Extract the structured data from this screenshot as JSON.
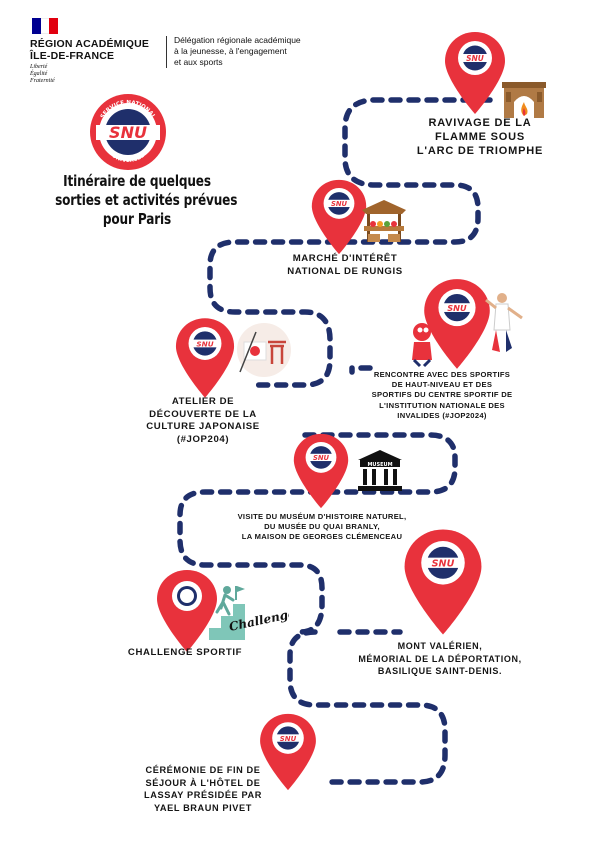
{
  "header": {
    "region_line1": "RÉGION ACADÉMIQUE",
    "region_line2": "ÎLE-DE-FRANCE",
    "motto": [
      "Liberté",
      "Égalité",
      "Fraternité"
    ],
    "delegation": [
      "Délégation régionale académique",
      "à la jeunesse, à l'engagement",
      "et aux sports"
    ]
  },
  "snu_logo": {
    "text": "SNU",
    "top_arc": "SERVICE NATIONAL",
    "bottom_arc": "UNIVERSEL"
  },
  "title": [
    "Itinéraire de quelques",
    "sorties et activités prévues",
    "pour Paris"
  ],
  "pin_text": "SNU",
  "stops": [
    {
      "lines": [
        "RAVIVAGE DE LA",
        "FLAMME SOUS",
        "L'ARC DE TRIOMPHE"
      ]
    },
    {
      "lines": [
        "MARCHÉ D'INTÉRÊT",
        "NATIONAL DE RUNGIS"
      ]
    },
    {
      "lines": [
        "RENCONTRE AVEC DES SPORTIFS",
        "DE HAUT-NIVEAU ET DES",
        "SPORTIFS DU CENTRE SPORTIF DE",
        "L'INSTITUTION NATIONALE DES",
        "INVALIDES (#JOP2024)"
      ]
    },
    {
      "lines": [
        "ATELIER DE",
        "DÉCOUVERTE DE LA",
        "CULTURE JAPONAISE",
        "(#JOP204)"
      ]
    },
    {
      "lines": [
        "VISITE DU MUSÉUM D'HISTOIRE NATUREL,",
        "DU MUSÉE DU QUAI BRANLY,",
        "LA MAISON DE GEORGES CLÉMENCEAU"
      ]
    },
    {
      "lines": [
        "CHALLENGE SPORTIF"
      ]
    },
    {
      "lines": [
        "MONT VALÉRIEN,",
        "MÉMORIAL DE LA DÉPORTATION,",
        "BASILIQUE SAINT-DENIS."
      ]
    },
    {
      "lines": [
        "CÉRÉMONIE DE FIN DE",
        "SÉJOUR À L'HÔTEL DE",
        "LASSAY PRÉSIDÉE PAR",
        "YAEL BRAUN PIVET"
      ]
    }
  ],
  "museum_sign": "MUSEUM",
  "challenge_text": "Challenge",
  "colors": {
    "pin_red": "#e8323c",
    "navy": "#1f2f6b",
    "flag_blue": "#000091",
    "flag_red": "#e1000f"
  }
}
